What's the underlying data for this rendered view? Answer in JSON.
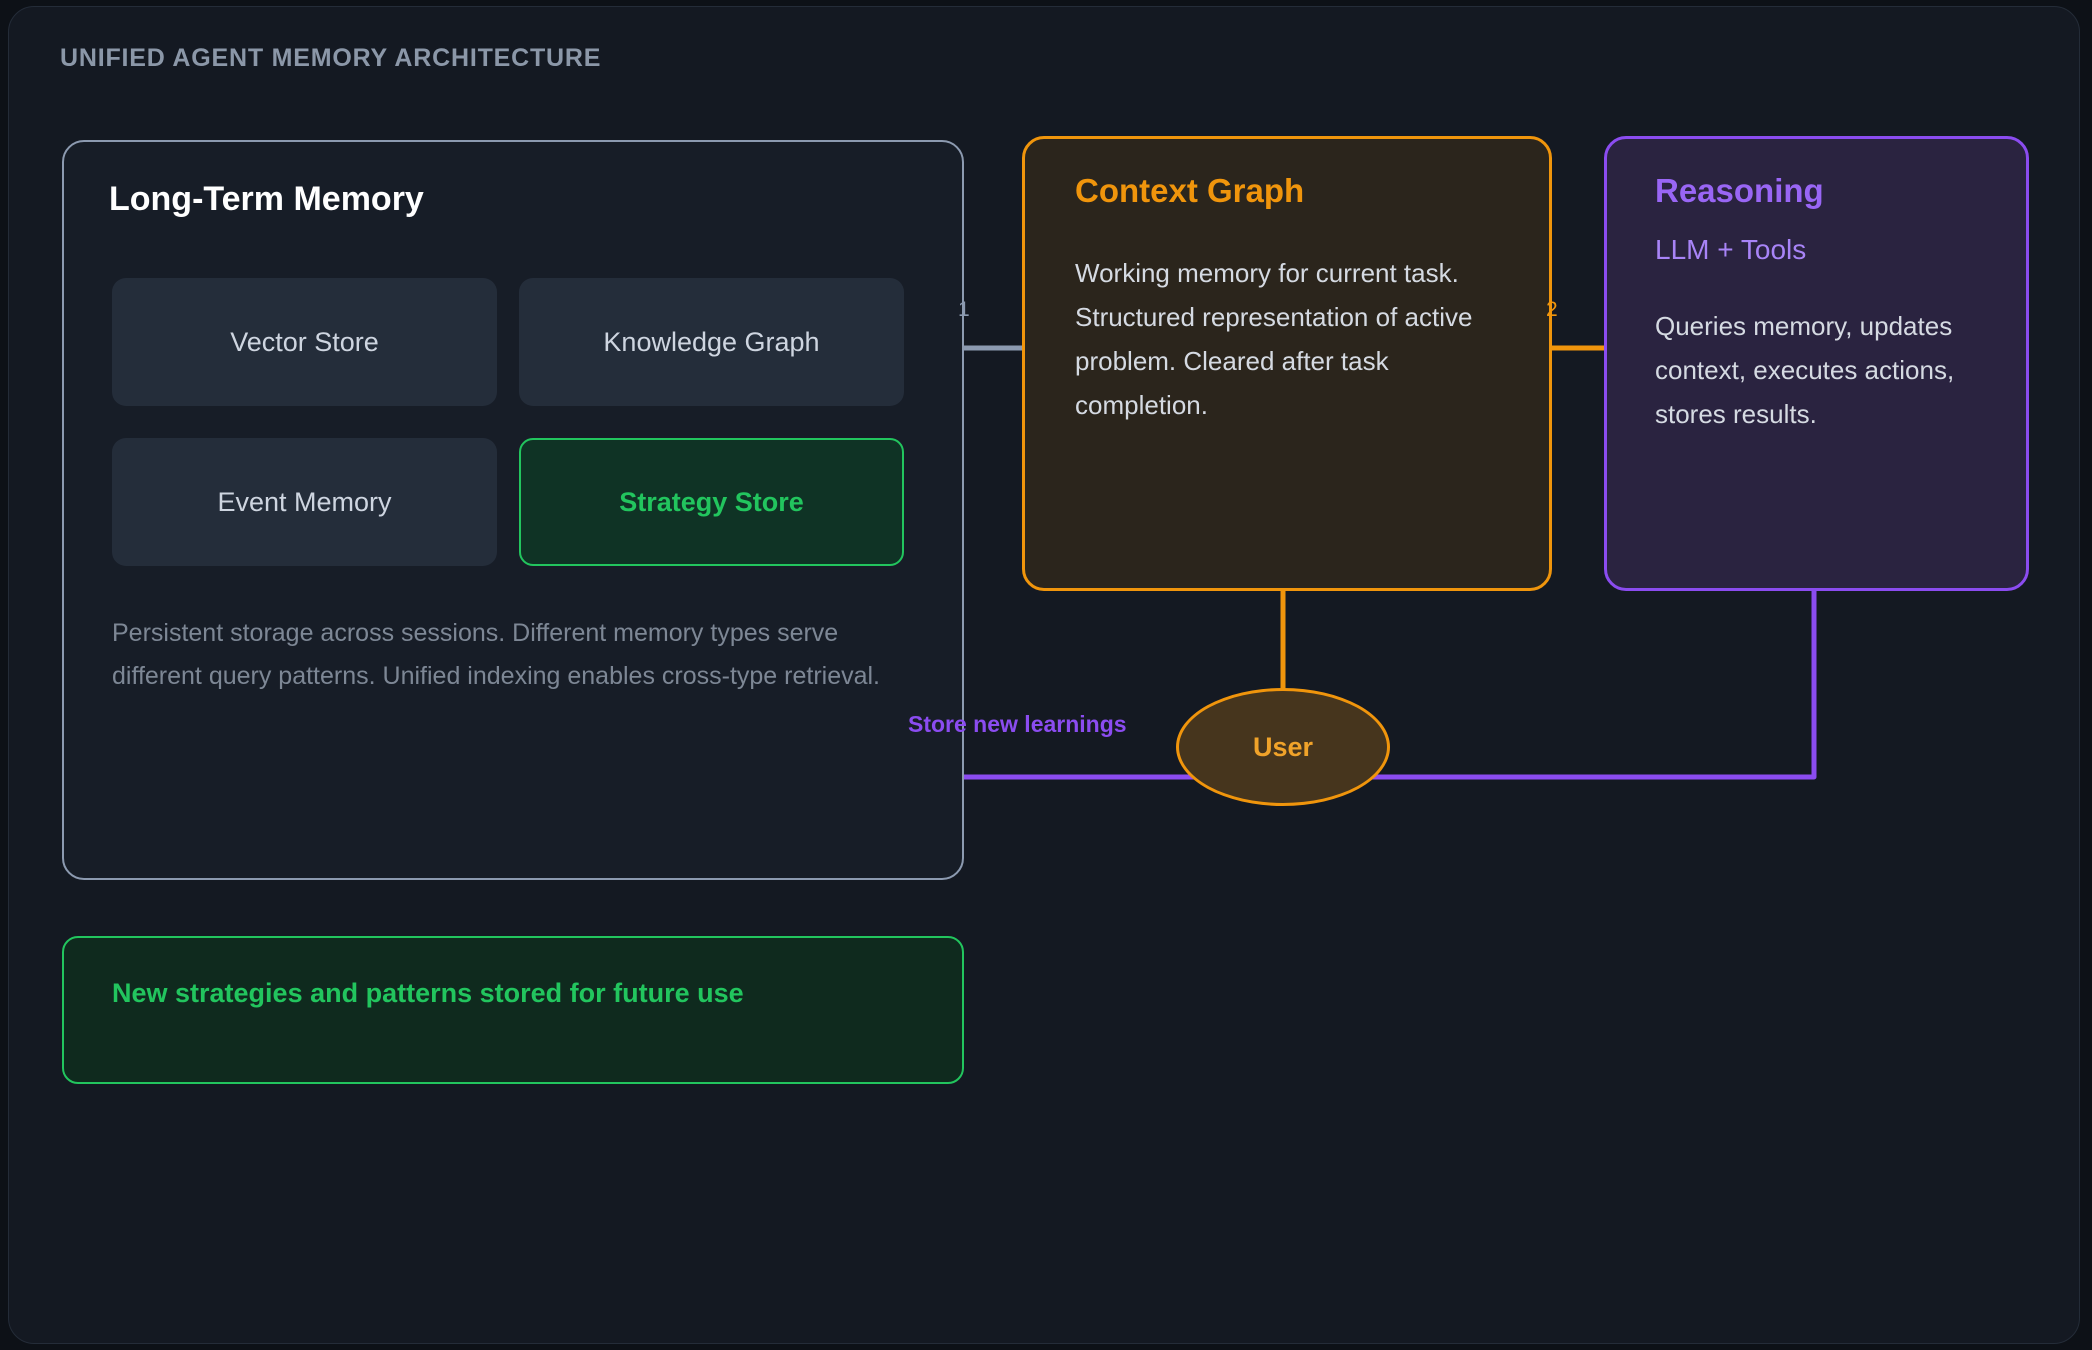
{
  "page": {
    "title": "UNIFIED AGENT MEMORY ARCHITECTURE"
  },
  "colors": {
    "background": "#0d1117",
    "panel": "#141922",
    "memory_border": "#8c9ab0",
    "context_accent": "#f0950c",
    "reasoning_accent": "#8b4cf0",
    "strategy_accent": "#22c55e",
    "title_text": "#8b97a8"
  },
  "long_term_memory": {
    "title": "Long-Term Memory",
    "stores": [
      {
        "label": "Vector Store",
        "highlighted": false
      },
      {
        "label": "Knowledge Graph",
        "highlighted": false
      },
      {
        "label": "Event Memory",
        "highlighted": false
      },
      {
        "label": "Strategy Store",
        "highlighted": true
      }
    ],
    "description": "Persistent storage across sessions. Different memory types serve different query patterns. Unified indexing enables cross-type retrieval."
  },
  "context_graph": {
    "title": "Context Graph",
    "description": "Working memory for current task. Structured representation of active problem. Cleared after task completion."
  },
  "reasoning": {
    "title": "Reasoning",
    "subtitle": "LLM + Tools",
    "description": "Queries memory, updates context, executes actions, stores results."
  },
  "user_node": {
    "label": "User"
  },
  "connectors": [
    {
      "id": "ltm-to-context",
      "label": "1",
      "color": "#8c9ab0"
    },
    {
      "id": "context-to-reasoning",
      "label": "2",
      "color": "#f0950c"
    },
    {
      "id": "context-to-user",
      "label": "",
      "color": "#f0950c"
    },
    {
      "id": "reasoning-to-memory",
      "label": "Store new learnings",
      "color": "#8b4cf0"
    }
  ],
  "banner": {
    "text": "New strategies and patterns stored for future use"
  }
}
